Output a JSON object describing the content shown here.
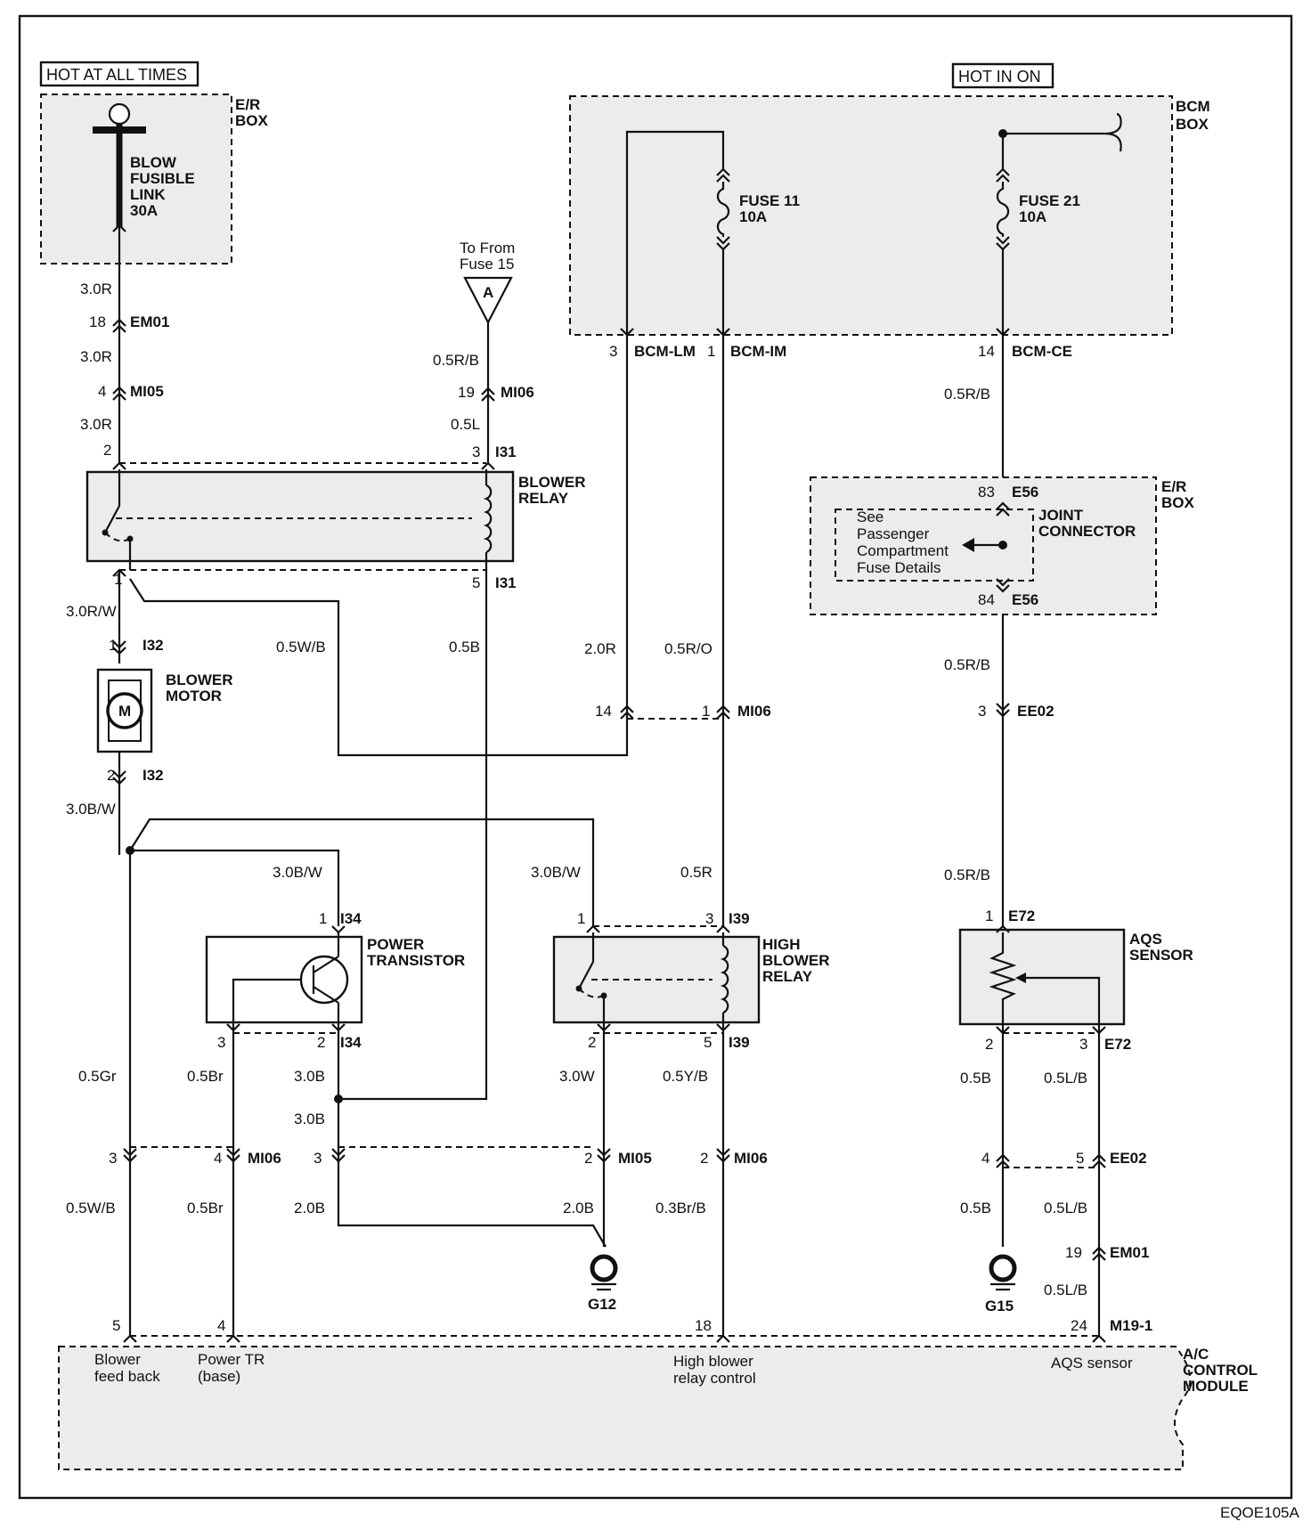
{
  "power": {
    "hot_all_times": "HOT AT ALL TIMES",
    "hot_in_on": "HOT IN ON"
  },
  "boxes": {
    "er_box": "E/R",
    "er_box_2": "BOX",
    "bcm_box": "BCM",
    "bcm_box_2": "BOX",
    "er_box_b": "E/R",
    "er_box_b_2": "BOX"
  },
  "components": {
    "fusible_link": [
      "BLOW",
      "FUSIBLE",
      "LINK",
      "30A"
    ],
    "fuse11": [
      "FUSE 11",
      "10A"
    ],
    "fuse21": [
      "FUSE 21",
      "10A"
    ],
    "blower_relay": [
      "BLOWER",
      "RELAY"
    ],
    "blower_motor": [
      "BLOWER",
      "MOTOR"
    ],
    "motor_symbol": "M",
    "power_transistor": [
      "POWER",
      "TRANSISTOR"
    ],
    "high_blower_relay": [
      "HIGH",
      "BLOWER",
      "RELAY"
    ],
    "aqs_sensor": [
      "AQS",
      "SENSOR"
    ],
    "joint_connector": [
      "JOINT",
      "CONNECTOR"
    ],
    "joint_note": [
      "See",
      "Passenger",
      "Compartment",
      "Fuse Details"
    ],
    "fuse15_ref": [
      "To From",
      "Fuse 15"
    ],
    "fuse15_letter": "A",
    "ac_module": [
      "A/C",
      "CONTROL",
      "MODULE"
    ]
  },
  "module_pins": {
    "blower_feedback": [
      "Blower",
      "feed back"
    ],
    "power_tr_base": [
      "Power TR",
      "(base)"
    ],
    "high_blower_control": [
      "High blower",
      "relay control"
    ],
    "aqs_sensor_pin": "AQS sensor"
  },
  "grounds": {
    "g12": "G12",
    "g15": "G15"
  },
  "connectors": {
    "em01": "EM01",
    "mi05": "MI05",
    "mi06": "MI06",
    "i31": "I31",
    "i32": "I32",
    "i34": "I34",
    "i39": "I39",
    "e56": "E56",
    "e72": "E72",
    "ee02": "EE02",
    "bcm_lm": "BCM-LM",
    "bcm_im": "BCM-IM",
    "bcm_ce": "BCM-CE",
    "m19_1": "M19-1"
  },
  "pins": {
    "p18": "18",
    "p4": "4",
    "p2": "2",
    "p3": "3",
    "p19": "19",
    "p1": "1",
    "p5": "5",
    "p14": "14",
    "p83": "83",
    "p84": "84",
    "p24": "24"
  },
  "wires": {
    "w_3_0r": "3.0R",
    "w_3_0rw": "3.0R/W",
    "w_3_0bw": "3.0B/W",
    "w_0_5rb": "0.5R/B",
    "w_0_5l": "0.5L",
    "w_0_5wb": "0.5W/B",
    "w_0_5b": "0.5B",
    "w_2_0r": "2.0R",
    "w_0_5ro": "0.5R/O",
    "w_0_5r": "0.5R",
    "w_0_5gr": "0.5Gr",
    "w_0_5br": "0.5Br",
    "w_3_0b": "3.0B",
    "w_3_0w": "3.0W",
    "w_0_5yb": "0.5Y/B",
    "w_2_0b": "2.0B",
    "w_0_3brb": "0.3Br/B",
    "w_0_5lb": "0.5L/B"
  },
  "figure_code": "EQOE105A"
}
